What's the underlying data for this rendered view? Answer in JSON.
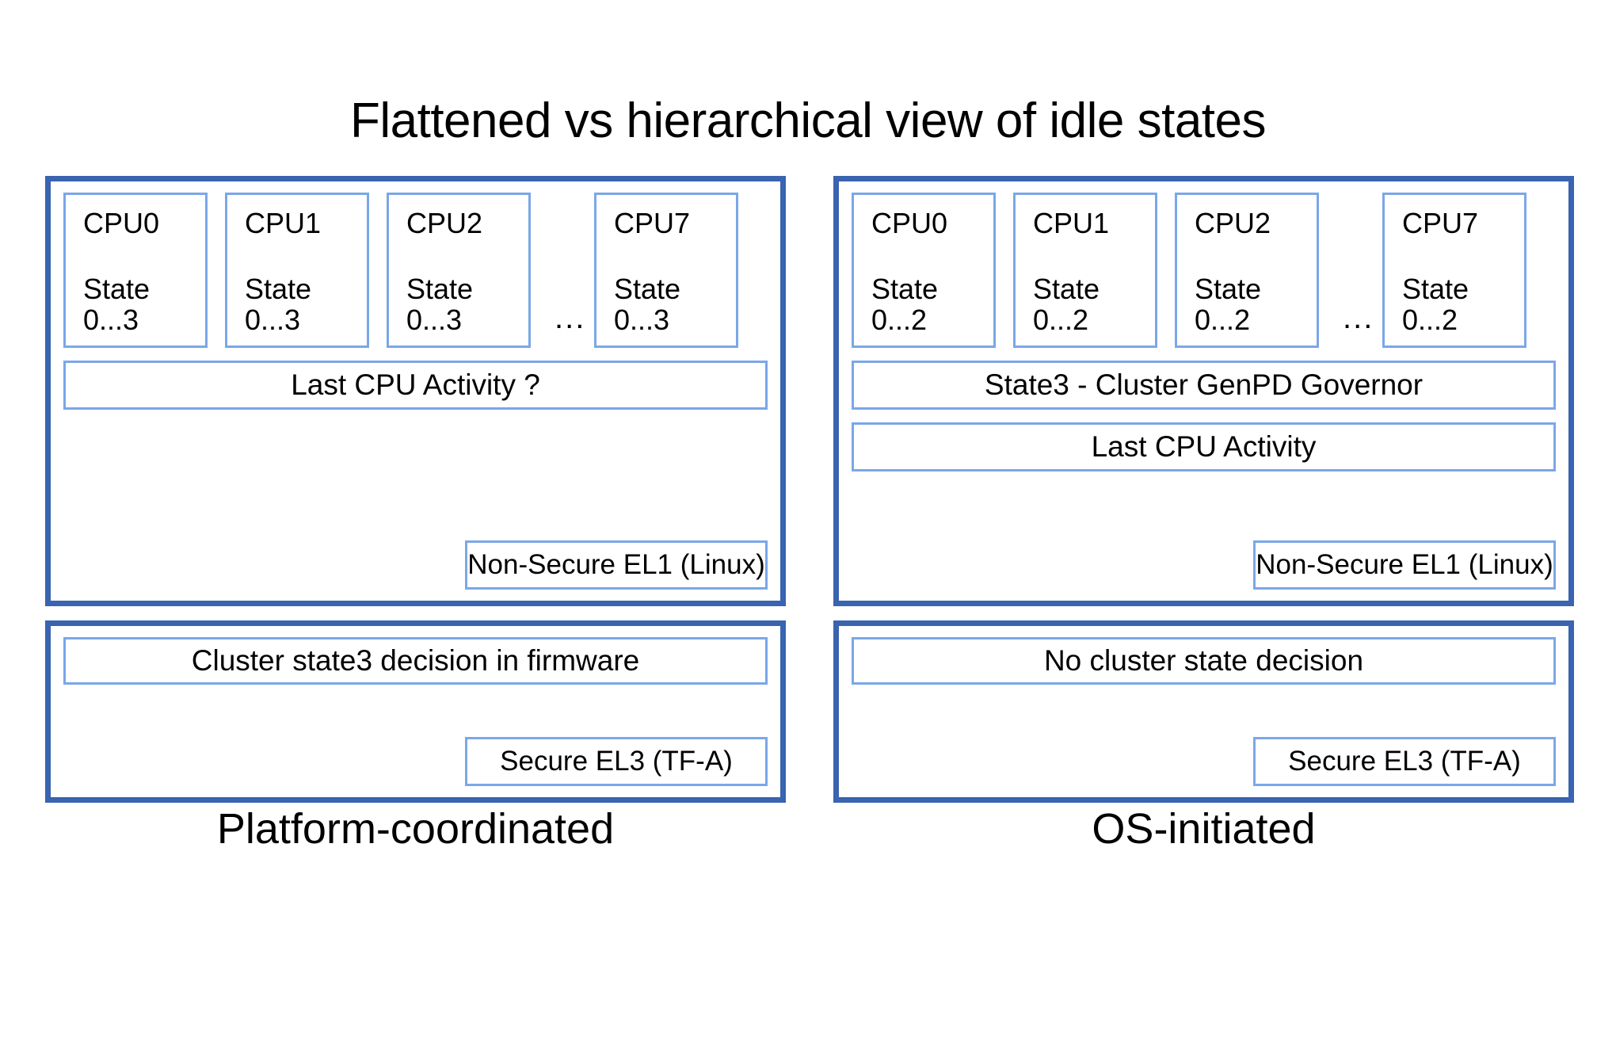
{
  "title": "Flattened vs hierarchical view of idle states",
  "colors": {
    "panel_border": "#3a63b0",
    "inner_border": "#7aa7e8",
    "background": "#ffffff",
    "text": "#000000"
  },
  "left_column": {
    "caption": "Platform-coordinated",
    "os_panel": {
      "cpus": [
        {
          "name": "CPU0",
          "state_label": "State",
          "state_range": "0...3"
        },
        {
          "name": "CPU1",
          "state_label": "State",
          "state_range": "0...3"
        },
        {
          "name": "CPU2",
          "state_label": "State",
          "state_range": "0...3"
        },
        {
          "name": "CPU7",
          "state_label": "State",
          "state_range": "0...3"
        }
      ],
      "ellipsis": "...",
      "last_cpu_activity": "Last CPU Activity ?",
      "exception_level": "Non-Secure EL1 (Linux)"
    },
    "fw_panel": {
      "decision": "Cluster state3 decision in firmware",
      "exception_level": "Secure EL3 (TF-A)"
    }
  },
  "right_column": {
    "caption": "OS-initiated",
    "os_panel": {
      "cpus": [
        {
          "name": "CPU0",
          "state_label": "State",
          "state_range": "0...2"
        },
        {
          "name": "CPU1",
          "state_label": "State",
          "state_range": "0...2"
        },
        {
          "name": "CPU2",
          "state_label": "State",
          "state_range": "0...2"
        },
        {
          "name": "CPU7",
          "state_label": "State",
          "state_range": "0...2"
        }
      ],
      "ellipsis": "...",
      "cluster_governor": "State3 - Cluster GenPD Governor",
      "last_cpu_activity": "Last CPU Activity",
      "exception_level": "Non-Secure EL1 (Linux)"
    },
    "fw_panel": {
      "decision": "No cluster state decision",
      "exception_level": "Secure EL3 (TF-A)"
    }
  }
}
